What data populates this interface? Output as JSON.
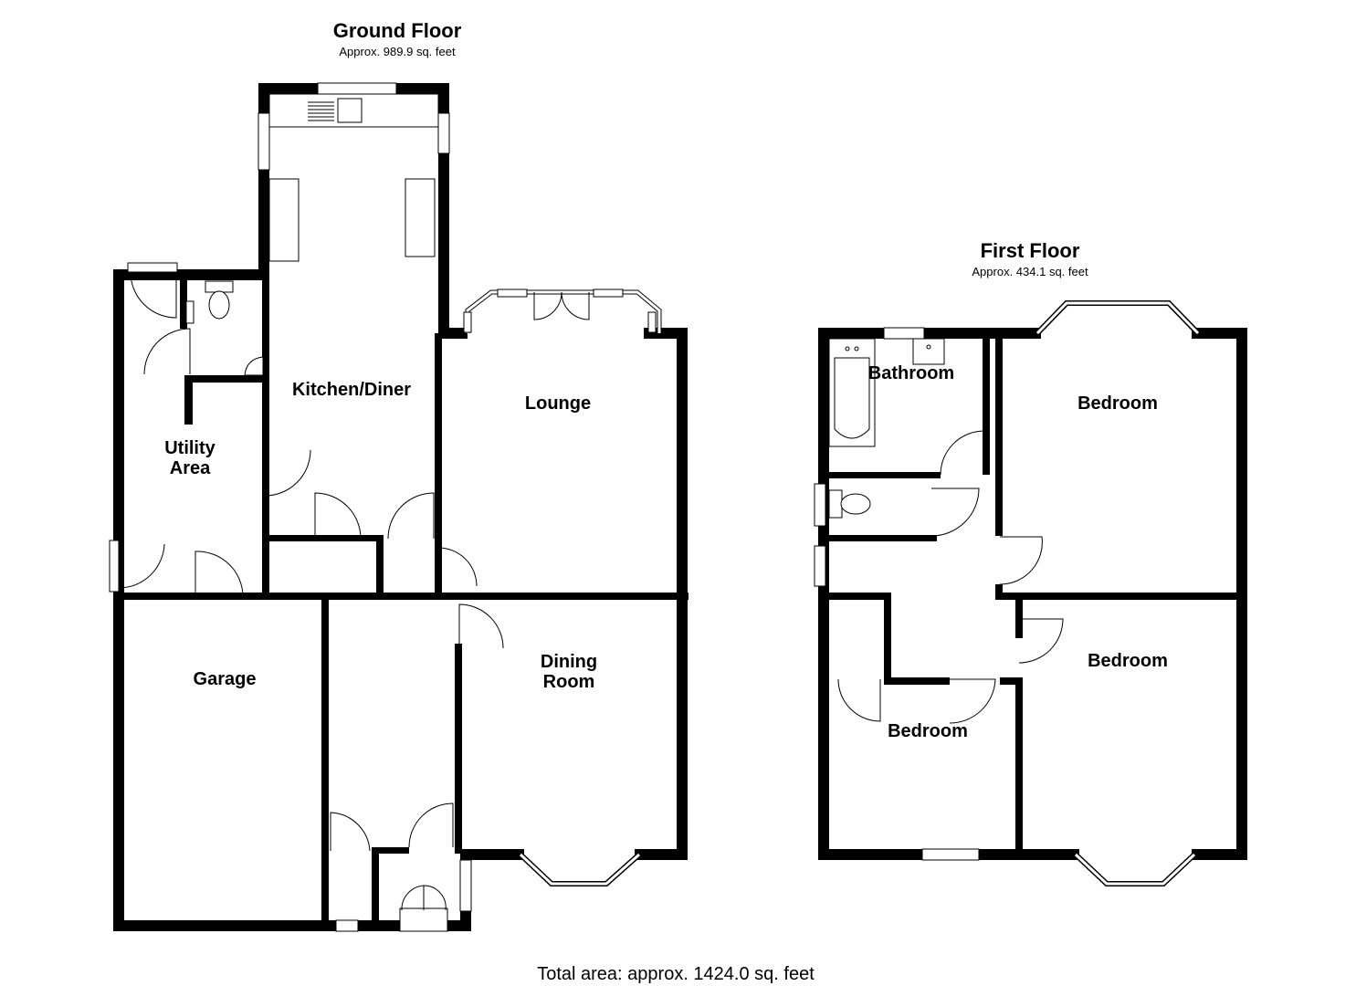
{
  "ground_floor": {
    "title": "Ground Floor",
    "area": "Approx. 989.9 sq. feet",
    "rooms": {
      "kitchen": "Kitchen/Diner",
      "lounge": "Lounge",
      "utility_line1": "Utility",
      "utility_line2": "Area",
      "garage": "Garage",
      "dining_line1": "Dining",
      "dining_line2": "Room"
    }
  },
  "first_floor": {
    "title": "First Floor",
    "area": "Approx. 434.1 sq. feet",
    "rooms": {
      "bathroom": "Bathroom",
      "bedroom_1": "Bedroom",
      "bedroom_2": "Bedroom",
      "bedroom_3": "Bedroom"
    }
  },
  "total_area": "Total area: approx. 1424.0 sq. feet",
  "colors": {
    "wall": "#000000",
    "background": "#ffffff"
  }
}
